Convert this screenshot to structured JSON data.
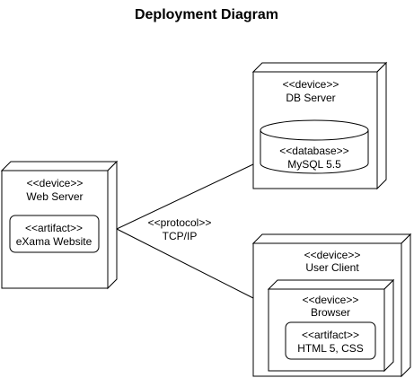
{
  "title": "Deployment Diagram",
  "nodes": {
    "web_server": {
      "stereotype": "<<device>>",
      "name": "Web Server"
    },
    "db_server": {
      "stereotype": "<<device>>",
      "name": "DB Server"
    },
    "user_client": {
      "stereotype": "<<device>>",
      "name": "User Client"
    },
    "browser": {
      "stereotype": "<<device>>",
      "name": "Browser"
    }
  },
  "artifacts": {
    "exama_website": {
      "stereotype": "<<artifact>>",
      "name": "eXama Website"
    },
    "html_css": {
      "stereotype": "<<artifact>>",
      "name": "HTML 5, CSS"
    }
  },
  "database": {
    "stereotype": "<<database>>",
    "name": "MySQL 5.5"
  },
  "connection": {
    "stereotype": "<<protocol>>",
    "name": "TCP/IP"
  }
}
